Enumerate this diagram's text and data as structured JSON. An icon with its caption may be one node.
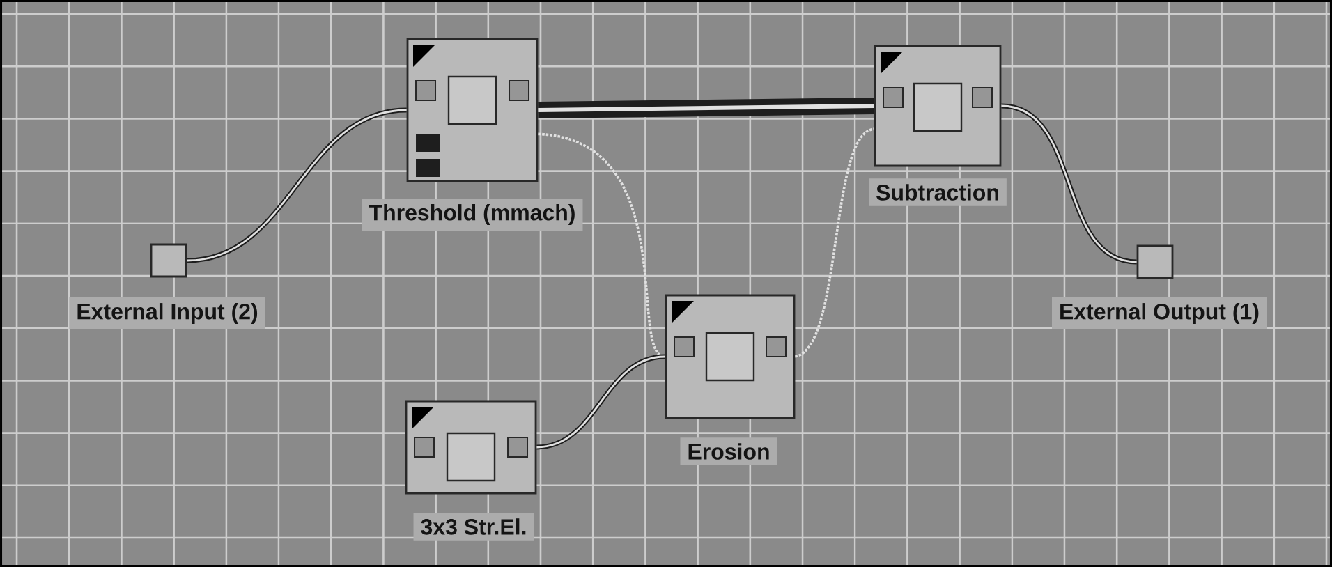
{
  "diagram": {
    "nodes": [
      {
        "text": [
          "Threshold (mmach)"
        ]
      },
      {
        "text": [
          "Subtraction"
        ]
      },
      {
        "text": [
          "External Input (2)"
        ]
      },
      {
        "text": [
          "External Output (1)"
        ]
      },
      {
        "text": [
          "Erosion"
        ]
      },
      {
        "text": [
          "3x3 Str.El."
        ]
      }
    ],
    "edges": [
      {
        "from": 2,
        "to": 0,
        "arrow": "none"
      },
      {
        "from": 0,
        "to": 1,
        "arrow": "none",
        "style": "thick"
      },
      {
        "from": 0,
        "to": 4,
        "arrow": "none",
        "style": "dashed",
        "color": "#e1e1e1"
      },
      {
        "from": 4,
        "to": 1,
        "arrow": "none",
        "style": "dashed",
        "color": "#e1e1e1"
      },
      {
        "from": 5,
        "to": 4,
        "arrow": "none"
      },
      {
        "from": 1,
        "to": 3,
        "arrow": "none"
      }
    ]
  }
}
